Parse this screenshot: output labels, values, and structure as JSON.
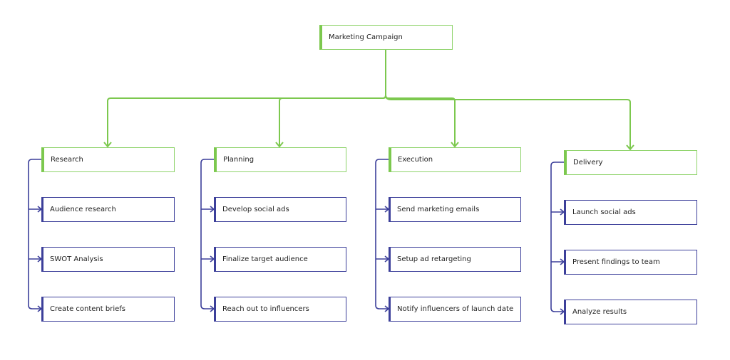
{
  "diagram": {
    "root": "Marketing Campaign",
    "colors": {
      "root_accent": "#7cc84e",
      "task_accent": "#3c3f9a"
    },
    "branches": [
      {
        "label": "Research",
        "tasks": [
          "Audience research",
          "SWOT Analysis",
          "Create content briefs"
        ]
      },
      {
        "label": "Planning",
        "tasks": [
          "Develop social ads",
          "Finalize target audience",
          "Reach out to influencers"
        ]
      },
      {
        "label": "Execution",
        "tasks": [
          "Send marketing emails",
          "Setup ad retargeting",
          "Notify influencers of launch date"
        ]
      },
      {
        "label": "Delivery",
        "tasks": [
          "Launch social ads",
          "Present findings to team",
          "Analyze results"
        ]
      }
    ]
  }
}
